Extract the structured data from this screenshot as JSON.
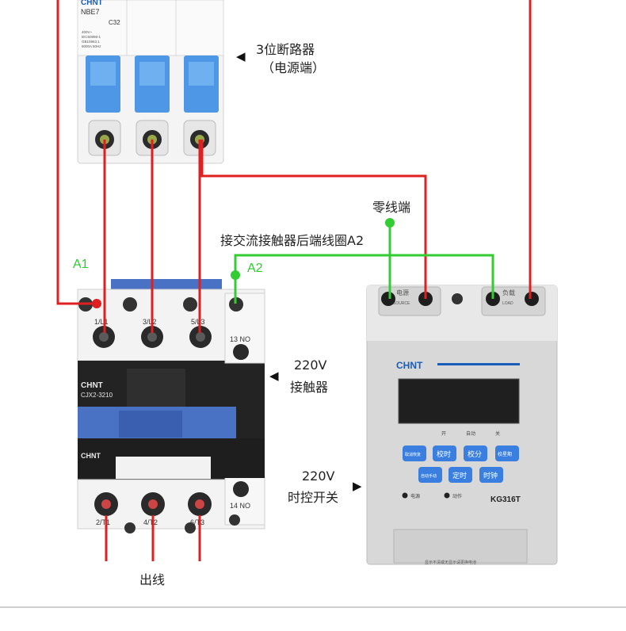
{
  "breaker": {
    "brand": "CHNT",
    "model": "NBE7",
    "rating": "C32",
    "specs": [
      "400V~",
      "IEC60898-1",
      "GB10963.1",
      "6000A 50Hz"
    ],
    "caption_line1": "3位断路器",
    "caption_line2": "（电源端）"
  },
  "contactor": {
    "brand": "CHNT",
    "model": "CJX2-3210",
    "terminals_top": [
      "1/L1",
      "3/L2",
      "5/L3",
      "13 NO"
    ],
    "terminals_bottom": [
      "2/T1",
      "4/T2",
      "6/T3",
      "14 NO"
    ],
    "caption_line1": "220V",
    "caption_line2": "接触器",
    "a1_label": "A1",
    "a2_label": "A2"
  },
  "timer": {
    "brand": "CHNT",
    "model": "KG316T",
    "source_label": "电源",
    "source_sub": "SOURCE",
    "load_label": "负载",
    "load_sub": "LOAD",
    "mode_labels": [
      "开",
      "自动",
      "关"
    ],
    "buttons_row1": [
      "取消恢复",
      "校时",
      "校分",
      "校星期"
    ],
    "buttons_row2": [
      "自动手动",
      "定时",
      "时钟"
    ],
    "indicators": [
      "电源",
      "动作"
    ],
    "footer_note": "显示不清或无显示请更换电池",
    "caption_line1": "220V",
    "caption_line2": "时控开关"
  },
  "annotations": {
    "neutral": "零线端",
    "coil_note": "接交流接触器后端线圈A2",
    "output": "出线"
  },
  "colors": {
    "red_wire": "#e02020",
    "green_wire": "#33cc33",
    "breaker_blue": "#4d97e6",
    "contactor_black": "#232323",
    "contactor_blue": "#4a72c4",
    "timer_gray": "#d8d8d8",
    "lcd": "#1f1f1f",
    "timer_button": "#3a7fe0"
  }
}
